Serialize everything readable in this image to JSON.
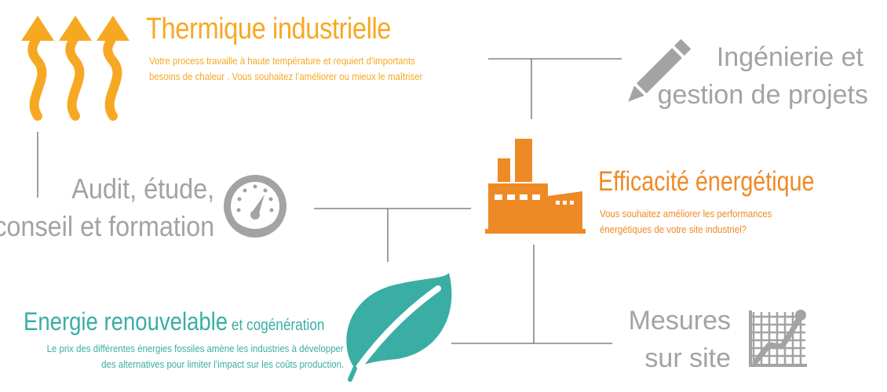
{
  "colors": {
    "orange": "#f7a823",
    "factory_orange": "#ee8a25",
    "grey": "#a3a3a3",
    "teal": "#3aaea5",
    "connector": "#6b6b6b"
  },
  "thermique": {
    "title": "Thermique industrielle",
    "desc_line1": "Votre process travaille à haute température et requiert d’importants",
    "desc_line2": "besoins de chaleur . Vous souhaitez l’améliorer ou mieux le maîtriser",
    "icon": "heat-arrows-icon"
  },
  "ingenierie": {
    "line1": "Ingénierie et",
    "line2": "gestion de projets",
    "icon": "pencil-icon"
  },
  "audit": {
    "line1": "Audit, étude,",
    "line2": "conseil et formation",
    "icon": "gauge-icon"
  },
  "efficacite": {
    "title": "Efficacité énergétique",
    "desc_line1": "Vous souhaitez améliorer les performances",
    "desc_line2": "énergétiques de votre site industriel?",
    "icon": "factory-icon"
  },
  "energie": {
    "title_main": "Energie renouvelable",
    "title_suffix": " et cogénération",
    "desc_line1": "Le prix des différentes énergies fossiles  amène les industries à développer",
    "desc_line2": "des alternatives pour limiter l’impact  sur les coûts production.",
    "icon": "leaf-icon"
  },
  "mesures": {
    "line1": "Mesures",
    "line2": "sur site",
    "icon": "chart-grid-icon"
  }
}
